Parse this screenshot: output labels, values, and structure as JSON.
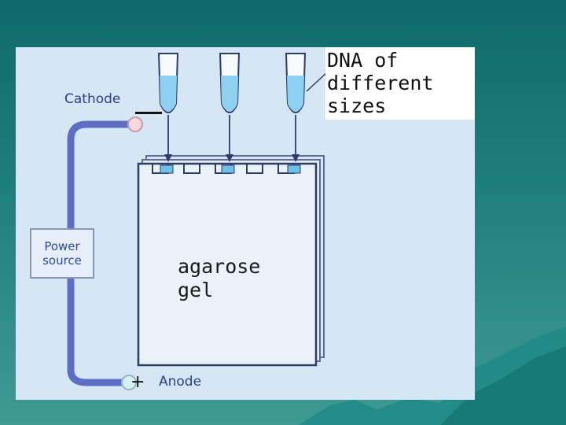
{
  "labels": {
    "dna": "DNA of\ndifferent\nsizes",
    "gel": "agarose\ngel",
    "power": "Power source",
    "cathode": "Cathode",
    "anode": "Anode",
    "minus": "—",
    "plus": "+"
  },
  "colors": {
    "slide_background": "#1f7f7c",
    "figure_background": "#d7e6f4",
    "wire": "#5c6fc4",
    "sample_blue": "#8fcff0",
    "label_text": "#2a3f8a"
  }
}
